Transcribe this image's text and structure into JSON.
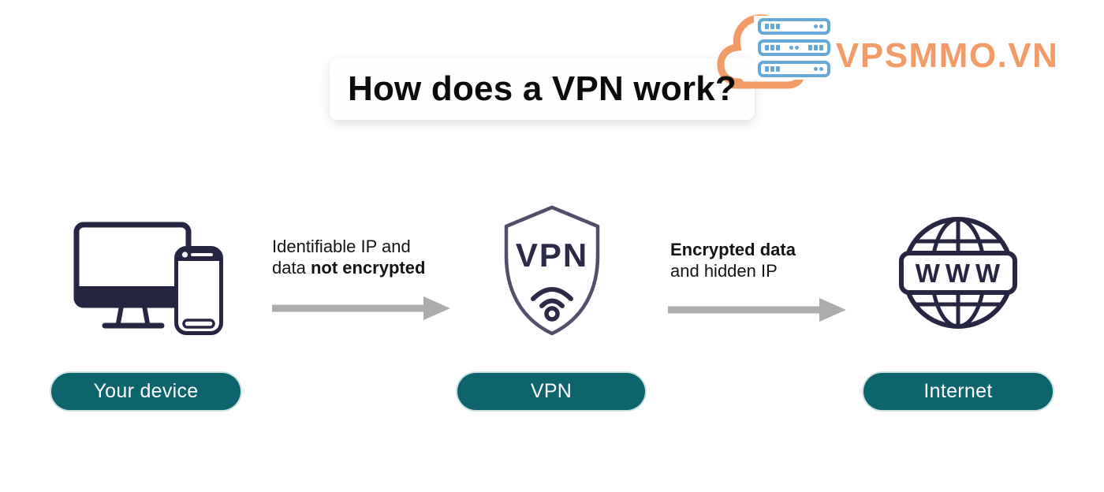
{
  "title": {
    "text": "How does a VPN work?"
  },
  "logo": {
    "brand": "VPSMMO.VN"
  },
  "flow": {
    "device": {
      "label": "Your device"
    },
    "vpn": {
      "label": "VPN",
      "shield_text": "VPN"
    },
    "internet": {
      "label": "Internet",
      "globe_text": "WWW"
    },
    "arrow1": {
      "line1": "Identifiable IP and",
      "line2_regular": "data ",
      "line2_bold": "not encrypted"
    },
    "arrow2": {
      "line1_bold": "Encrypted data",
      "line2": "and hidden IP"
    }
  },
  "colors": {
    "pill_teal": "#0E646C",
    "icon_navy": "#262642",
    "shield_outline": "#50506A",
    "arrow_gray": "#ACACAC",
    "brand_orange": "#F29B66",
    "server_blue": "#64A9D8"
  }
}
